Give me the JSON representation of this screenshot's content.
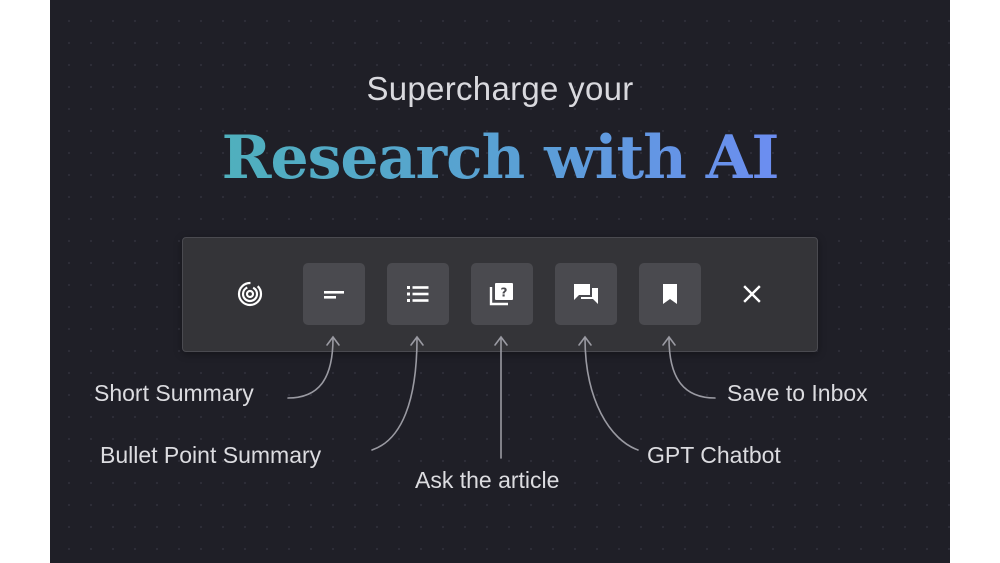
{
  "hero": {
    "subtitle": "Supercharge your",
    "headline": "Research with AI"
  },
  "toolbar": {
    "buttons": [
      {
        "icon": "logo-spiral-icon"
      },
      {
        "icon": "short-lines-icon"
      },
      {
        "icon": "bullet-list-icon"
      },
      {
        "icon": "question-doc-icon"
      },
      {
        "icon": "chat-bubbles-icon"
      },
      {
        "icon": "bookmark-icon"
      },
      {
        "icon": "close-icon"
      }
    ]
  },
  "labels": {
    "short_summary": "Short Summary",
    "bullet_point_summary": "Bullet Point Summary",
    "ask_the_article": "Ask the article",
    "gpt_chatbot": "GPT Chatbot",
    "save_to_inbox": "Save to Inbox"
  },
  "colors": {
    "background": "#1f1f27",
    "toolbar": "#343438",
    "button": "#4a4a4f",
    "headline_gradient_start": "#4fb0bd",
    "headline_gradient_end": "#6c8df1"
  }
}
